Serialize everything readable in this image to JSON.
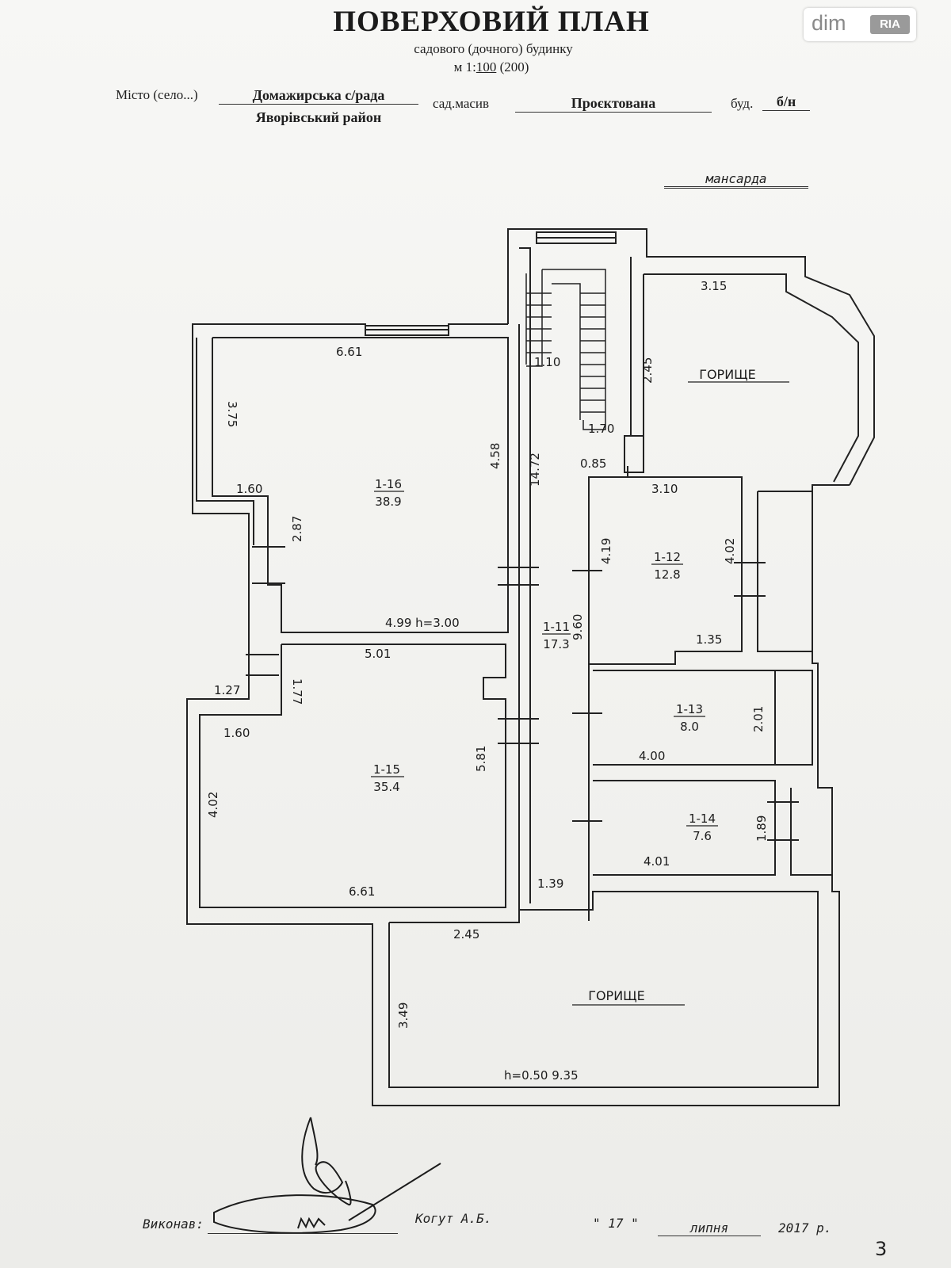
{
  "header": {
    "title": "ПОВЕРХОВИЙ ПЛАН",
    "subtitle": "садового (дочного) будинку",
    "scale_prefix": "м 1:",
    "scale_value": "100",
    "scale_alt": "(200)",
    "city_label": "Місто (село...)",
    "city_value": "Домажирська с/рада",
    "district_value": "Яворівський район",
    "massif_label": "сад.масив",
    "massif_value": "Проєктована",
    "building_label": "буд.",
    "building_value": "б/н",
    "floor_value": "мансарда"
  },
  "logo": {
    "dim": "dim",
    "ria": "RIA"
  },
  "rooms": [
    {
      "id": "1-16",
      "area": "38.9"
    },
    {
      "id": "1-15",
      "area": "35.4"
    },
    {
      "id": "1-11",
      "area": "17.3"
    },
    {
      "id": "1-12",
      "area": "12.8"
    },
    {
      "id": "1-13",
      "area": "8.0"
    },
    {
      "id": "1-14",
      "area": "7.6"
    }
  ],
  "attic_labels": {
    "top": "ГОРИЩЕ",
    "bottom": "ГОРИЩЕ"
  },
  "dimensions": {
    "d_661_top": "6.61",
    "d_375": "3.75",
    "d_160_a": "1.60",
    "d_458": "4.58",
    "d_287": "2.87",
    "d_499_h": "4.99 h=3.00",
    "d_501": "5.01",
    "d_177": "1.77",
    "d_127": "1.27",
    "d_160_b": "1.60",
    "d_402_left": "4.02",
    "d_581": "5.81",
    "d_661_bottom": "6.61",
    "d_110": "1.10",
    "d_170": "1.70",
    "d_085": "0.85",
    "d_1472": "14.72",
    "d_960": "9.60",
    "d_315": "3.15",
    "d_245_right": "2.45",
    "d_310": "3.10",
    "d_419": "4.19",
    "d_402_right": "4.02",
    "d_135": "1.35",
    "d_201": "2.01",
    "d_400": "4.00",
    "d_189": "1.89",
    "d_401": "4.01",
    "d_139": "1.39",
    "d_245_bottom": "2.45",
    "d_349": "3.49",
    "d_935_h": "h=0.50 9.35"
  },
  "footer": {
    "performed_label": "Виконав:",
    "name": "Когут А.Б.",
    "day": "\" 17 \"",
    "month": "липня",
    "year": "2017 р.",
    "page": "3"
  }
}
